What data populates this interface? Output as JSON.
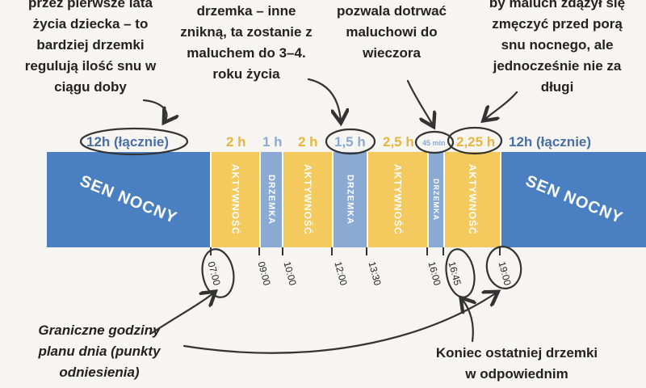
{
  "notes": {
    "top_left": [
      "przez pierwsze lata",
      "życia dziecka – to",
      "bardziej drzemki",
      "regulują ilość snu w",
      "ciągu doby"
    ],
    "top_center": [
      "drzemka – inne",
      "znikną, ta zostanie z",
      "maluchem do 3–4.",
      "roku życia"
    ],
    "top_mid_right": [
      "pozwala dotrwać",
      "maluchowi do",
      "wieczora"
    ],
    "top_right": [
      "by maluch zdążył się",
      "zmęczyć przed porą",
      "snu nocnego, ale",
      "jednocześnie nie za",
      "długi"
    ],
    "bottom_left": [
      "Graniczne godziny",
      "planu dnia (punkty",
      "odniesienia)"
    ],
    "bottom_right": [
      "Koniec ostatniej drzemki",
      "w odpowiednim"
    ]
  },
  "durations": [
    "12h (łącznie)",
    "2 h",
    "1 h",
    "2 h",
    "1,5 h",
    "2,5 h",
    "45 min",
    "2,25 h",
    "12h (łącznie)"
  ],
  "segments": [
    {
      "type": "sleep",
      "label": "SEN NOCNY"
    },
    {
      "type": "active",
      "label": "AKTYWNOŚĆ"
    },
    {
      "type": "nap",
      "label": "DRZEMKA"
    },
    {
      "type": "active",
      "label": "AKTYWNOŚĆ"
    },
    {
      "type": "nap",
      "label": "DRZEMKA"
    },
    {
      "type": "active",
      "label": "AKTYWNOŚĆ"
    },
    {
      "type": "nap",
      "label": "DRZEMKA"
    },
    {
      "type": "active",
      "label": "AKTYWNOŚĆ"
    },
    {
      "type": "sleep",
      "label": "SEN NOCNY"
    }
  ],
  "times": [
    "07:00",
    "09:00",
    "10:00",
    "12:00",
    "13:30",
    "16:00",
    "16:45",
    "19:00"
  ],
  "colors": {
    "sleep": "#4a80c1",
    "active": "#f4c95d",
    "nap": "#8aaad3",
    "duration_blue": "#4a6fa5",
    "duration_yellow": "#e6b63c",
    "background": "#f7f5f1"
  }
}
